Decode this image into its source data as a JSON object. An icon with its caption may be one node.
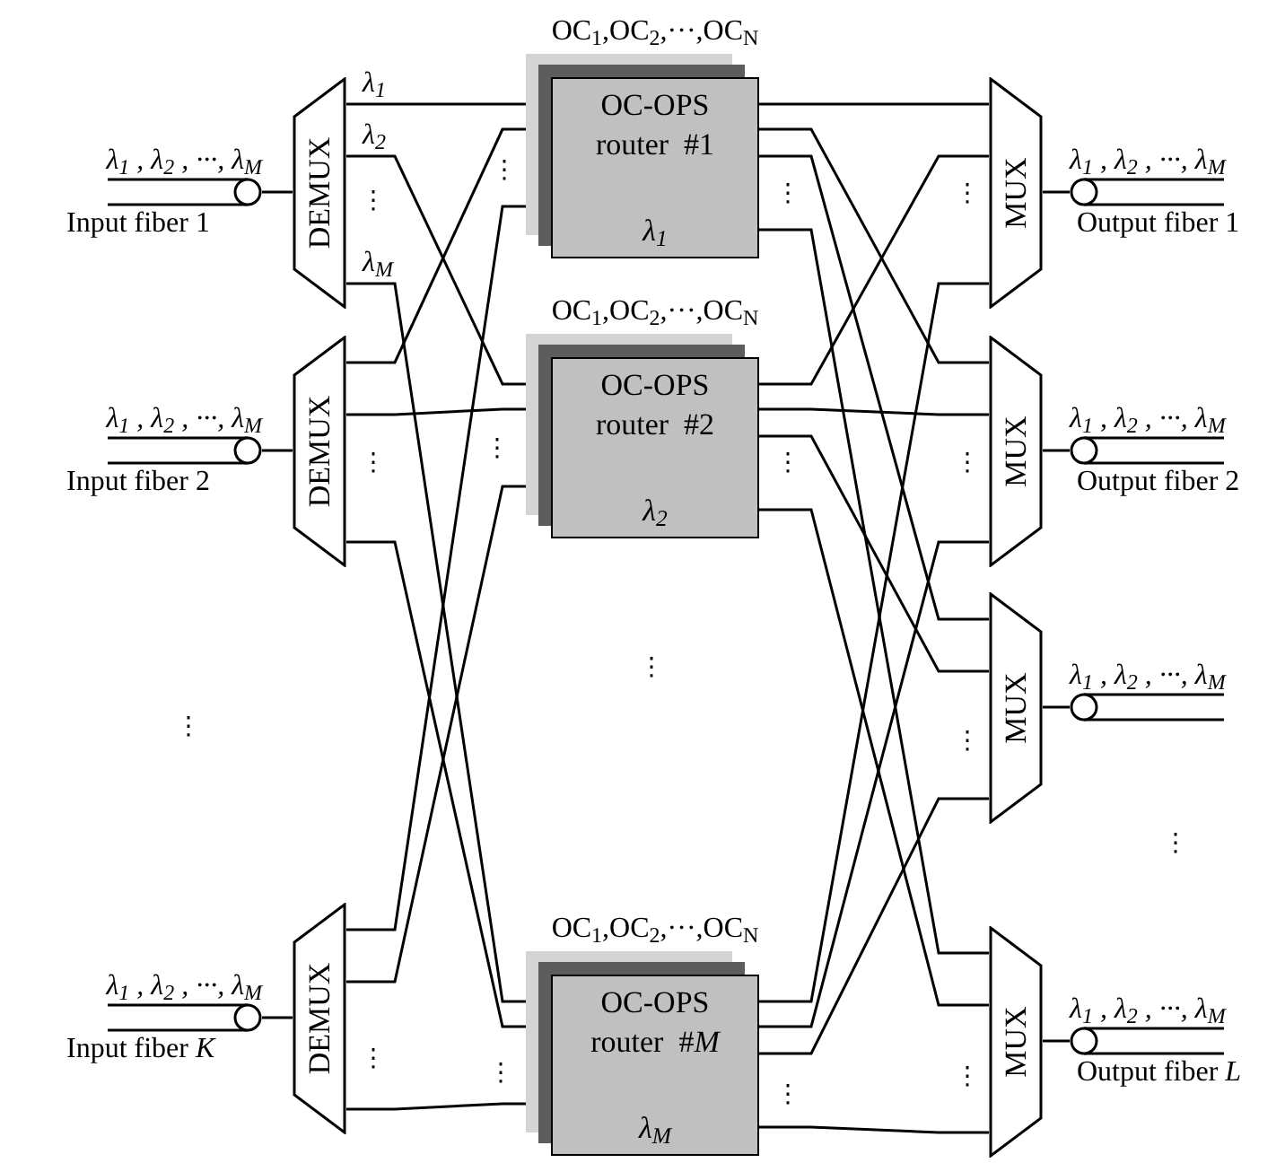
{
  "diagram": {
    "nodes": [
      {
        "text": [
          "λ$_{1}$ , λ$_{2}$ , ···, λ$_{M}$",
          "Input fiber 1"
        ]
      },
      {
        "text": [
          "DEMUX"
        ]
      },
      {
        "text": [
          "OC-OPS router  #1",
          "λ$_{1}$"
        ],
        "beside": [
          "OC$_{1}$,OC$_{2}$,···,OC$_{N}$"
        ]
      },
      {
        "text": [
          "MUX"
        ]
      },
      {
        "text": [
          "λ$_{1}$ , λ$_{2}$ , ···, λ$_{M}$",
          "Output fiber 1"
        ]
      },
      {
        "text": [
          "λ$_{1}$ , λ$_{2}$ , ···, λ$_{M}$",
          "Input fiber 2"
        ]
      },
      {
        "text": [
          "DEMUX"
        ]
      },
      {
        "text": [
          "OC-OPS router  #2",
          "λ$_{2}$"
        ],
        "beside": [
          "OC$_{1}$,OC$_{2}$,···,OC$_{N}$"
        ]
      },
      {
        "text": [
          "MUX"
        ]
      },
      {
        "text": [
          "λ$_{1}$ , λ$_{2}$ , ···, λ$_{M}$",
          "Output fiber 2"
        ]
      },
      {
        "text": [
          "MUX"
        ]
      },
      {
        "text": [
          "λ$_{1}$ , λ$_{2}$ , ···, λ$_{M}$"
        ]
      },
      {
        "text": [
          "λ$_{1}$ , λ$_{2}$ , ···, λ$_{M}$",
          "Input fiber *K*"
        ]
      },
      {
        "text": [
          "DEMUX"
        ]
      },
      {
        "text": [
          "OC-OPS router  #*M*",
          "λ$_{M}$"
        ],
        "beside": [
          "OC$_{1}$,OC$_{2}$,···,OC$_{N}$"
        ]
      },
      {
        "text": [
          "MUX"
        ]
      },
      {
        "text": [
          "λ$_{1}$ , λ$_{2}$ , ···, λ$_{M}$",
          "Output fiber *L*"
        ]
      }
    ],
    "edges": [
      {
        "from": 0,
        "to": 1,
        "arrow": "none"
      },
      {
        "from": 5,
        "to": 6,
        "arrow": "none"
      },
      {
        "from": 12,
        "to": 13,
        "arrow": "none"
      },
      {
        "from": 1,
        "to": 2,
        "arrow": "none",
        "label": "λ$_{1}$"
      },
      {
        "from": 1,
        "to": 7,
        "arrow": "none",
        "label": "λ$_{2}$"
      },
      {
        "from": 1,
        "to": 14,
        "arrow": "none",
        "label": "λ$_{M}$"
      },
      {
        "from": 6,
        "to": 2,
        "arrow": "none"
      },
      {
        "from": 6,
        "to": 7,
        "arrow": "none"
      },
      {
        "from": 6,
        "to": 14,
        "arrow": "none"
      },
      {
        "from": 13,
        "to": 2,
        "arrow": "none"
      },
      {
        "from": 13,
        "to": 7,
        "arrow": "none"
      },
      {
        "from": 13,
        "to": 14,
        "arrow": "none"
      },
      {
        "from": 2,
        "to": 3,
        "arrow": "none"
      },
      {
        "from": 2,
        "to": 8,
        "arrow": "none"
      },
      {
        "from": 2,
        "to": 10,
        "arrow": "none"
      },
      {
        "from": 2,
        "to": 15,
        "arrow": "none"
      },
      {
        "from": 7,
        "to": 3,
        "arrow": "none"
      },
      {
        "from": 7,
        "to": 8,
        "arrow": "none"
      },
      {
        "from": 7,
        "to": 10,
        "arrow": "none"
      },
      {
        "from": 7,
        "to": 15,
        "arrow": "none"
      },
      {
        "from": 14,
        "to": 3,
        "arrow": "none"
      },
      {
        "from": 14,
        "to": 8,
        "arrow": "none"
      },
      {
        "from": 14,
        "to": 10,
        "arrow": "none"
      },
      {
        "from": 14,
        "to": 15,
        "arrow": "none"
      },
      {
        "from": 3,
        "to": 4,
        "arrow": "none"
      },
      {
        "from": 8,
        "to": 9,
        "arrow": "none"
      },
      {
        "from": 10,
        "to": 11,
        "arrow": "none"
      },
      {
        "from": 15,
        "to": 16,
        "arrow": "none"
      }
    ],
    "labels": [
      "⋮",
      "⋮",
      "⋮",
      "⋮",
      "⋮",
      "⋮",
      "⋮",
      "⋮",
      "⋮",
      "⋮",
      "⋮",
      "⋮",
      "⋮",
      "⋮",
      "⋮",
      "⋮"
    ]
  }
}
